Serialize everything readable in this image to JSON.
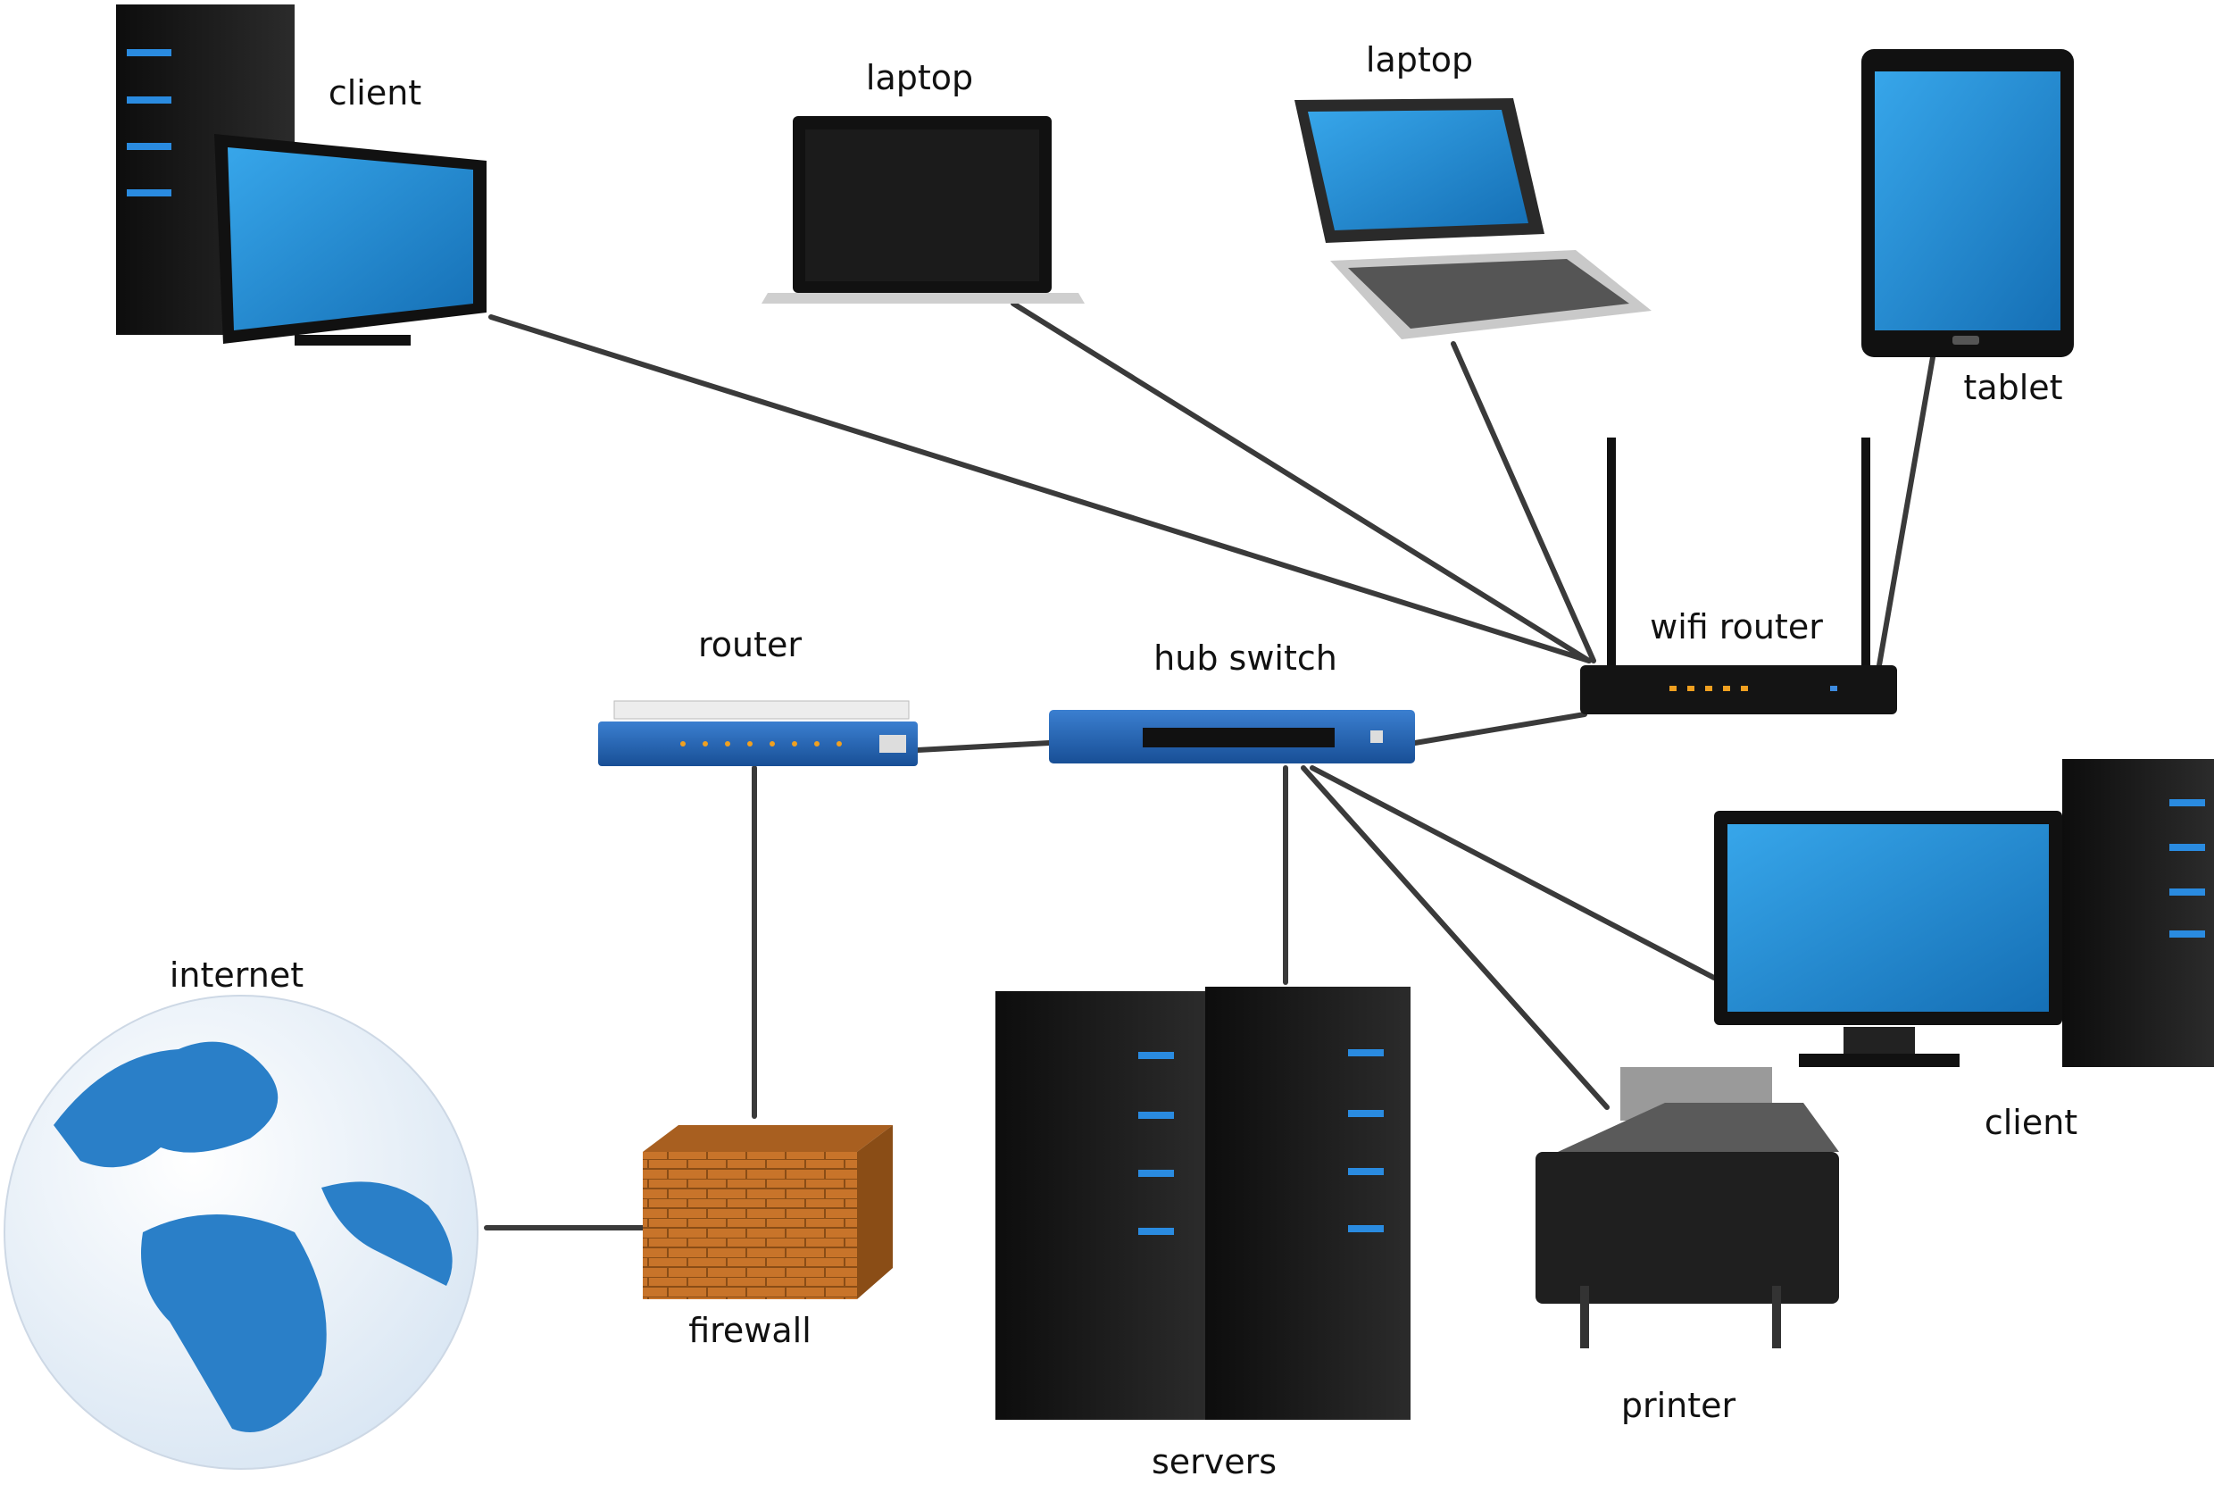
{
  "labels": {
    "client_top": "client",
    "laptop_1": "laptop",
    "laptop_2": "laptop",
    "tablet": "tablet",
    "wifi_router": "wifi router",
    "router": "router",
    "hub_switch": "hub switch",
    "internet": "internet",
    "firewall": "firewall",
    "servers": "servers",
    "printer": "printer",
    "client_right": "client"
  },
  "colors": {
    "screen_blue": "#1e8fd6",
    "device_dark": "#1c1c1c",
    "switch_blue": "#1f5fae",
    "globe_blue": "#2a7fc8",
    "brick": "#c8742a",
    "cable": "#3a3a3a"
  },
  "icons": [
    "desktop-computer-icon",
    "laptop-icon",
    "tablet-icon",
    "wifi-router-icon",
    "router-icon",
    "hub-switch-icon",
    "globe-icon",
    "firewall-icon",
    "server-icon",
    "printer-icon"
  ]
}
